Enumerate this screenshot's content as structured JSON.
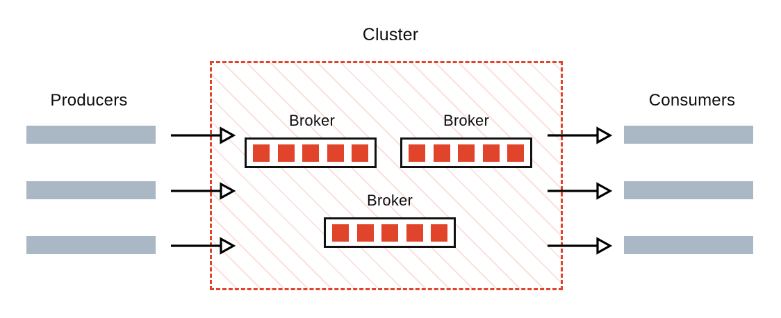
{
  "diagram": {
    "title": "Cluster",
    "background": "#ffffff",
    "colors": {
      "partition_red": "#e0442b",
      "cluster_border": "#e0442b",
      "cluster_hatch": "#f8d3cc",
      "client_bar_gray": "#aab7c4",
      "text": "#0d0d0d",
      "broker_border": "#111111",
      "arrow": "#000000"
    }
  },
  "left_group": {
    "label": "Producers",
    "bars": [
      {
        "name": "producer-bar-1"
      },
      {
        "name": "producer-bar-2"
      },
      {
        "name": "producer-bar-3"
      }
    ]
  },
  "right_group": {
    "label": "Consumers",
    "bars": [
      {
        "name": "consumer-bar-1"
      },
      {
        "name": "consumer-bar-2"
      },
      {
        "name": "consumer-bar-3"
      }
    ]
  },
  "cluster": {
    "label": "Cluster",
    "brokers": [
      {
        "label": "Broker",
        "partitions": 5
      },
      {
        "label": "Broker",
        "partitions": 5
      },
      {
        "label": "Broker",
        "partitions": 5
      }
    ]
  },
  "arrows": {
    "inbound_count": 3,
    "outbound_count": 3,
    "head_style": "open-triangle"
  }
}
